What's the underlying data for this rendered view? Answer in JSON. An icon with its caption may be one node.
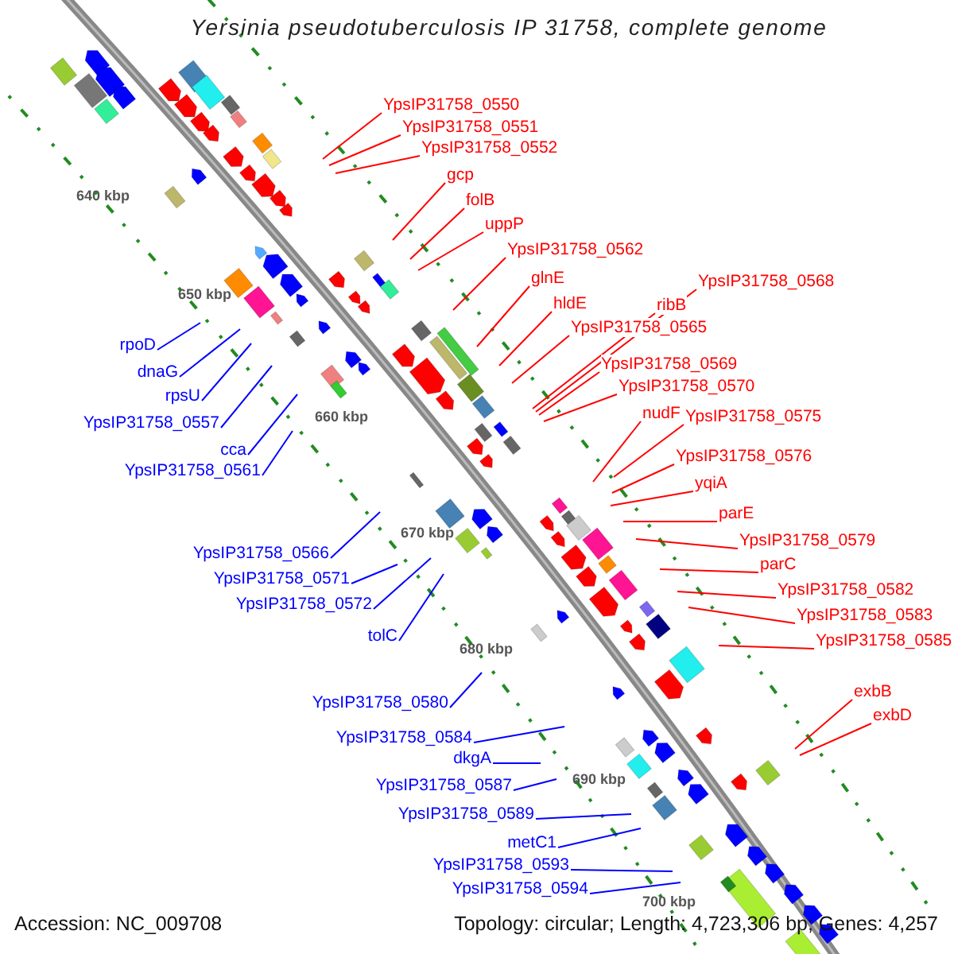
{
  "diagram": {
    "title": "Yersinia pseudotuberculosis IP 31758, complete genome",
    "nodes": [
      {
        "text": [
          "YpsIP31758_0550"
        ]
      },
      {
        "text": [
          "YpsIP31758_0551"
        ]
      },
      {
        "text": [
          "YpsIP31758_0552"
        ]
      },
      {
        "text": [
          "gcp"
        ]
      },
      {
        "text": [
          "folB"
        ]
      },
      {
        "text": [
          "uppP"
        ]
      },
      {
        "text": [
          "YpsIP31758_0562"
        ]
      },
      {
        "text": [
          "glnE"
        ]
      },
      {
        "text": [
          "hldE"
        ]
      },
      {
        "text": [
          "YpsIP31758_0565"
        ]
      },
      {
        "text": [
          "ribB"
        ]
      },
      {
        "text": [
          "YpsIP31758_0568"
        ]
      },
      {
        "text": [
          "YpsIP31758_0569"
        ]
      },
      {
        "text": [
          "YpsIP31758_0570"
        ]
      },
      {
        "text": [
          "nudF"
        ]
      },
      {
        "text": [
          "YpsIP31758_0575"
        ]
      },
      {
        "text": [
          "YpsIP31758_0576"
        ]
      },
      {
        "text": [
          "yqiA"
        ]
      },
      {
        "text": [
          "parE"
        ]
      },
      {
        "text": [
          "YpsIP31758_0579"
        ]
      },
      {
        "text": [
          "parC"
        ]
      },
      {
        "text": [
          "YpsIP31758_0582"
        ]
      },
      {
        "text": [
          "YpsIP31758_0583"
        ]
      },
      {
        "text": [
          "YpsIP31758_0585"
        ]
      },
      {
        "text": [
          "exbB"
        ]
      },
      {
        "text": [
          "exbD"
        ]
      },
      {
        "text": [
          "rpoD"
        ]
      },
      {
        "text": [
          "dnaG"
        ]
      },
      {
        "text": [
          "rpsU"
        ]
      },
      {
        "text": [
          "YpsIP31758_0557"
        ]
      },
      {
        "text": [
          "cca"
        ]
      },
      {
        "text": [
          "YpsIP31758_0561"
        ]
      },
      {
        "text": [
          "YpsIP31758_0566"
        ]
      },
      {
        "text": [
          "YpsIP31758_0571"
        ]
      },
      {
        "text": [
          "YpsIP31758_0572"
        ]
      },
      {
        "text": [
          "tolC"
        ]
      },
      {
        "text": [
          "YpsIP31758_0580"
        ]
      },
      {
        "text": [
          "YpsIP31758_0584"
        ]
      },
      {
        "text": [
          "dkgA"
        ]
      },
      {
        "text": [
          "YpsIP31758_0587"
        ]
      },
      {
        "text": [
          "YpsIP31758_0589"
        ]
      },
      {
        "text": [
          "metC1"
        ]
      },
      {
        "text": [
          "YpsIP31758_0593"
        ]
      },
      {
        "text": [
          "YpsIP31758_0594"
        ]
      }
    ],
    "edges": [
      {
        "from": 0,
        "to": null,
        "arrow": "none"
      },
      {
        "from": 1,
        "to": null,
        "arrow": "none"
      },
      {
        "from": 2,
        "to": null,
        "arrow": "none"
      },
      {
        "from": 3,
        "to": null,
        "arrow": "none"
      },
      {
        "from": 4,
        "to": null,
        "arrow": "none"
      },
      {
        "from": 5,
        "to": null,
        "arrow": "none"
      },
      {
        "from": 6,
        "to": null,
        "arrow": "none"
      },
      {
        "from": 7,
        "to": null,
        "arrow": "none"
      },
      {
        "from": 8,
        "to": null,
        "arrow": "none"
      },
      {
        "from": 9,
        "to": null,
        "arrow": "none"
      },
      {
        "from": 10,
        "to": null,
        "arrow": "none"
      },
      {
        "from": 11,
        "to": null,
        "arrow": "none"
      },
      {
        "from": 12,
        "to": null,
        "arrow": "none"
      },
      {
        "from": 13,
        "to": null,
        "arrow": "none"
      },
      {
        "from": 14,
        "to": null,
        "arrow": "none"
      },
      {
        "from": 15,
        "to": null,
        "arrow": "none"
      },
      {
        "from": 16,
        "to": null,
        "arrow": "none"
      },
      {
        "from": 17,
        "to": null,
        "arrow": "none"
      },
      {
        "from": 18,
        "to": null,
        "arrow": "none"
      },
      {
        "from": 19,
        "to": null,
        "arrow": "none"
      },
      {
        "from": 20,
        "to": null,
        "arrow": "none"
      },
      {
        "from": 21,
        "to": null,
        "arrow": "none"
      },
      {
        "from": 22,
        "to": null,
        "arrow": "none"
      },
      {
        "from": 23,
        "to": null,
        "arrow": "none"
      },
      {
        "from": 24,
        "to": null,
        "arrow": "none"
      },
      {
        "from": 25,
        "to": null,
        "arrow": "none"
      },
      {
        "from": 26,
        "to": null,
        "arrow": "none",
        "color": "#0000ff"
      },
      {
        "from": 27,
        "to": null,
        "arrow": "none",
        "color": "#0000ff"
      },
      {
        "from": 28,
        "to": null,
        "arrow": "none",
        "color": "#0000ff"
      },
      {
        "from": 29,
        "to": null,
        "arrow": "none",
        "color": "#0000ff"
      },
      {
        "from": 30,
        "to": null,
        "arrow": "none",
        "color": "#0000ff"
      },
      {
        "from": 31,
        "to": null,
        "arrow": "none",
        "color": "#0000ff"
      },
      {
        "from": 32,
        "to": null,
        "arrow": "none",
        "color": "#0000ff"
      },
      {
        "from": 33,
        "to": null,
        "arrow": "none",
        "color": "#0000ff"
      },
      {
        "from": 34,
        "to": null,
        "arrow": "none",
        "color": "#0000ff"
      },
      {
        "from": 35,
        "to": null,
        "arrow": "none",
        "color": "#0000ff"
      },
      {
        "from": 36,
        "to": null,
        "arrow": "none",
        "color": "#0000ff"
      },
      {
        "from": 37,
        "to": null,
        "arrow": "none",
        "color": "#0000ff"
      },
      {
        "from": 38,
        "to": null,
        "arrow": "none",
        "color": "#0000ff"
      },
      {
        "from": 39,
        "to": null,
        "arrow": "none",
        "color": "#0000ff"
      },
      {
        "from": 40,
        "to": null,
        "arrow": "none",
        "color": "#0000ff"
      },
      {
        "from": 41,
        "to": null,
        "arrow": "none",
        "color": "#0000ff"
      },
      {
        "from": 42,
        "to": null,
        "arrow": "none",
        "color": "#0000ff"
      },
      {
        "from": 43,
        "to": null,
        "arrow": "none",
        "color": "#0000ff"
      }
    ],
    "labels": [
      "640 kbp",
      "650 kbp",
      "660 kbp",
      "670 kbp",
      "680 kbp",
      "690 kbp",
      "700 kbp",
      "Accession: NC_009708",
      "Topology: circular; Length: 4,723,306 bp; Genes: 4,257"
    ]
  }
}
